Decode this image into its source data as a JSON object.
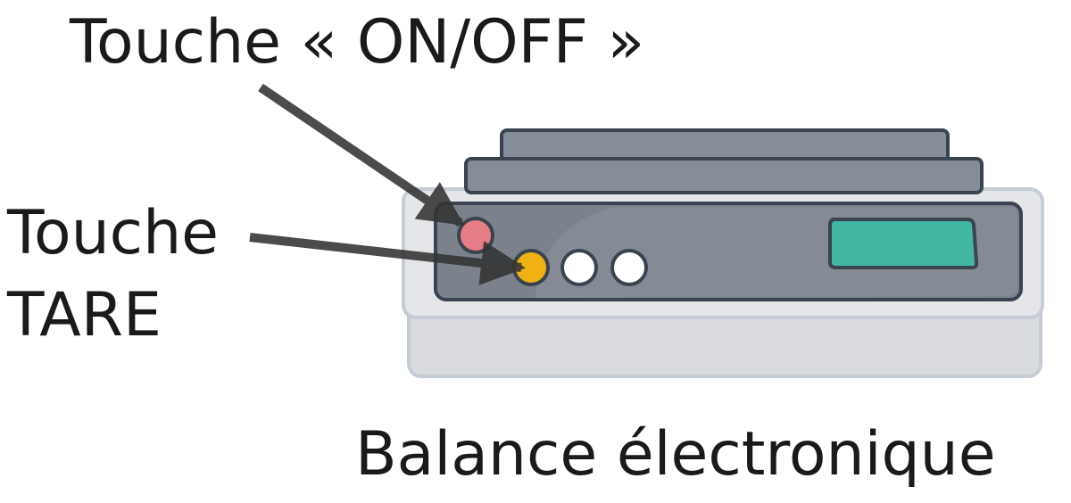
{
  "labels": {
    "on_off": "Touche « ON/OFF »",
    "tare_line1": "Touche",
    "tare_line2": "TARE",
    "caption": "Balance électronique"
  },
  "colors": {
    "outline": "#3a4450",
    "base_top": "#e4e6e9",
    "base_front": "#d9dbde",
    "platform": "#858d99",
    "panel": "#7b828c",
    "panel_shade": "#8a919a",
    "display": "#41b7a4",
    "button_onoff": "#e77d86",
    "button_tare": "#f0b114",
    "button_other": "#ffffff",
    "arrow": "#454545"
  },
  "icons": {
    "device": "electronic-scale-icon",
    "arrows": "pointer-arrow"
  }
}
